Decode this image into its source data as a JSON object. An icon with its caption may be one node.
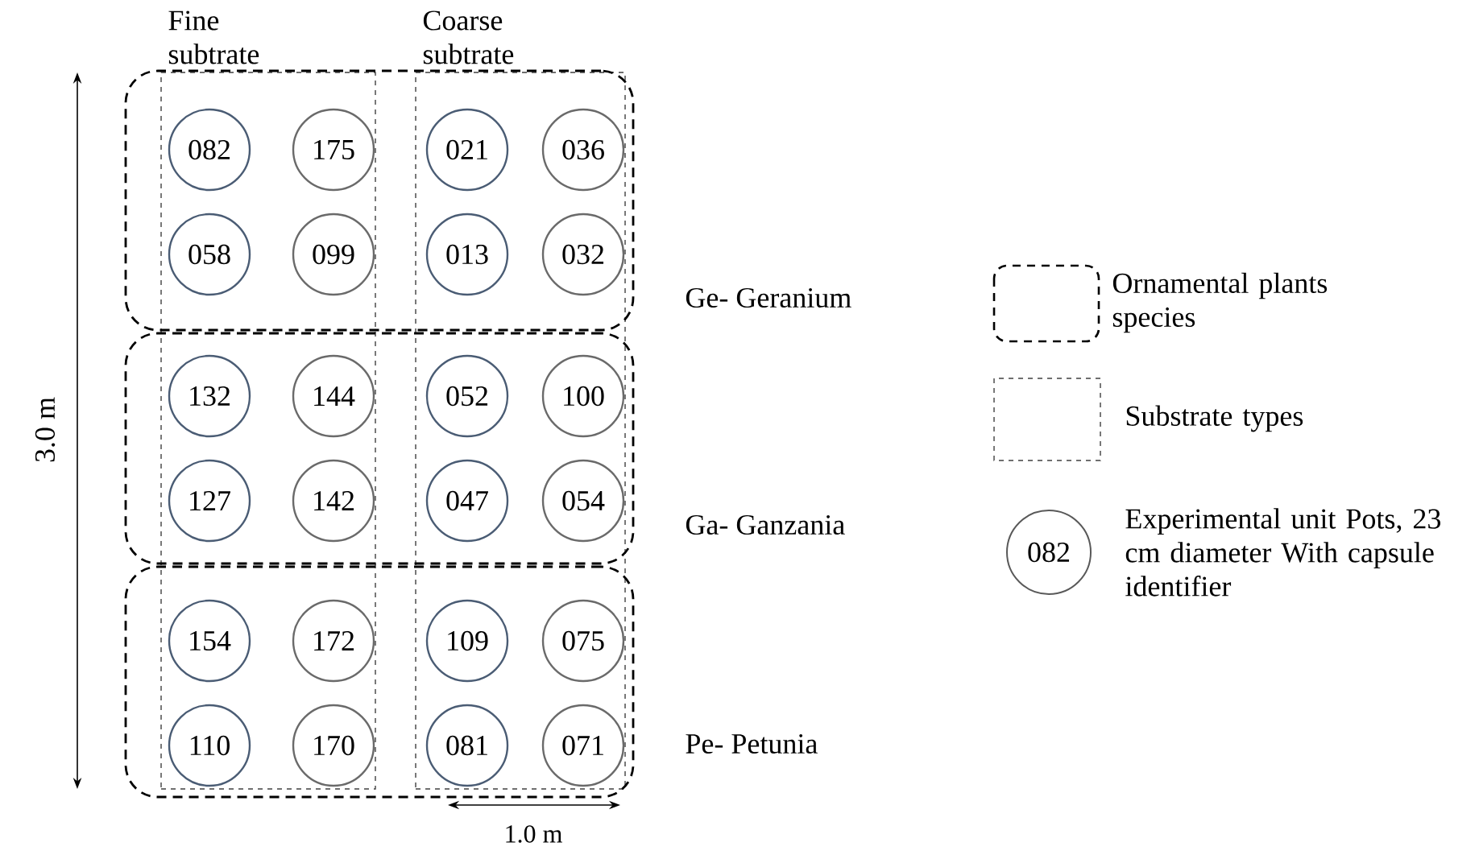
{
  "diagram": {
    "nodes": [
      {
        "text": [
          "Fine subtrate"
        ]
      },
      {
        "text": [
          "Coarse subtrate"
        ]
      },
      {
        "text": [],
        "shape": "box",
        "beside": [
          "Ge- Geranium"
        ]
      },
      {
        "text": [],
        "shape": "box",
        "beside": [
          "Ga- Ganzania"
        ]
      },
      {
        "text": [],
        "shape": "box",
        "beside": [
          "Pe- Petunia"
        ]
      },
      {
        "text": [
          "082"
        ]
      },
      {
        "text": [
          "175"
        ]
      },
      {
        "text": [
          "021"
        ]
      },
      {
        "text": [
          "036"
        ]
      },
      {
        "text": [
          "058"
        ]
      },
      {
        "text": [
          "099"
        ]
      },
      {
        "text": [
          "013"
        ]
      },
      {
        "text": [
          "032"
        ]
      },
      {
        "text": [
          "132"
        ]
      },
      {
        "text": [
          "144"
        ]
      },
      {
        "text": [
          "052"
        ]
      },
      {
        "text": [
          "100"
        ]
      },
      {
        "text": [
          "127"
        ]
      },
      {
        "text": [
          "142"
        ]
      },
      {
        "text": [
          "047"
        ]
      },
      {
        "text": [
          "054"
        ]
      },
      {
        "text": [
          "154"
        ]
      },
      {
        "text": [
          "172"
        ]
      },
      {
        "text": [
          "109"
        ]
      },
      {
        "text": [
          "075"
        ]
      },
      {
        "text": [
          "110"
        ]
      },
      {
        "text": [
          "170"
        ]
      },
      {
        "text": [
          "081"
        ]
      },
      {
        "text": [
          "071"
        ]
      }
    ],
    "labels": [
      "3.0 m",
      "1.0 m",
      "082"
    ],
    "legend": [
      {
        "text": "Ornamental plants species"
      },
      {
        "text": "Substrate types"
      },
      {
        "text": "Experimental unit Pots, 23 cm diameter With capsule identifier"
      }
    ]
  }
}
